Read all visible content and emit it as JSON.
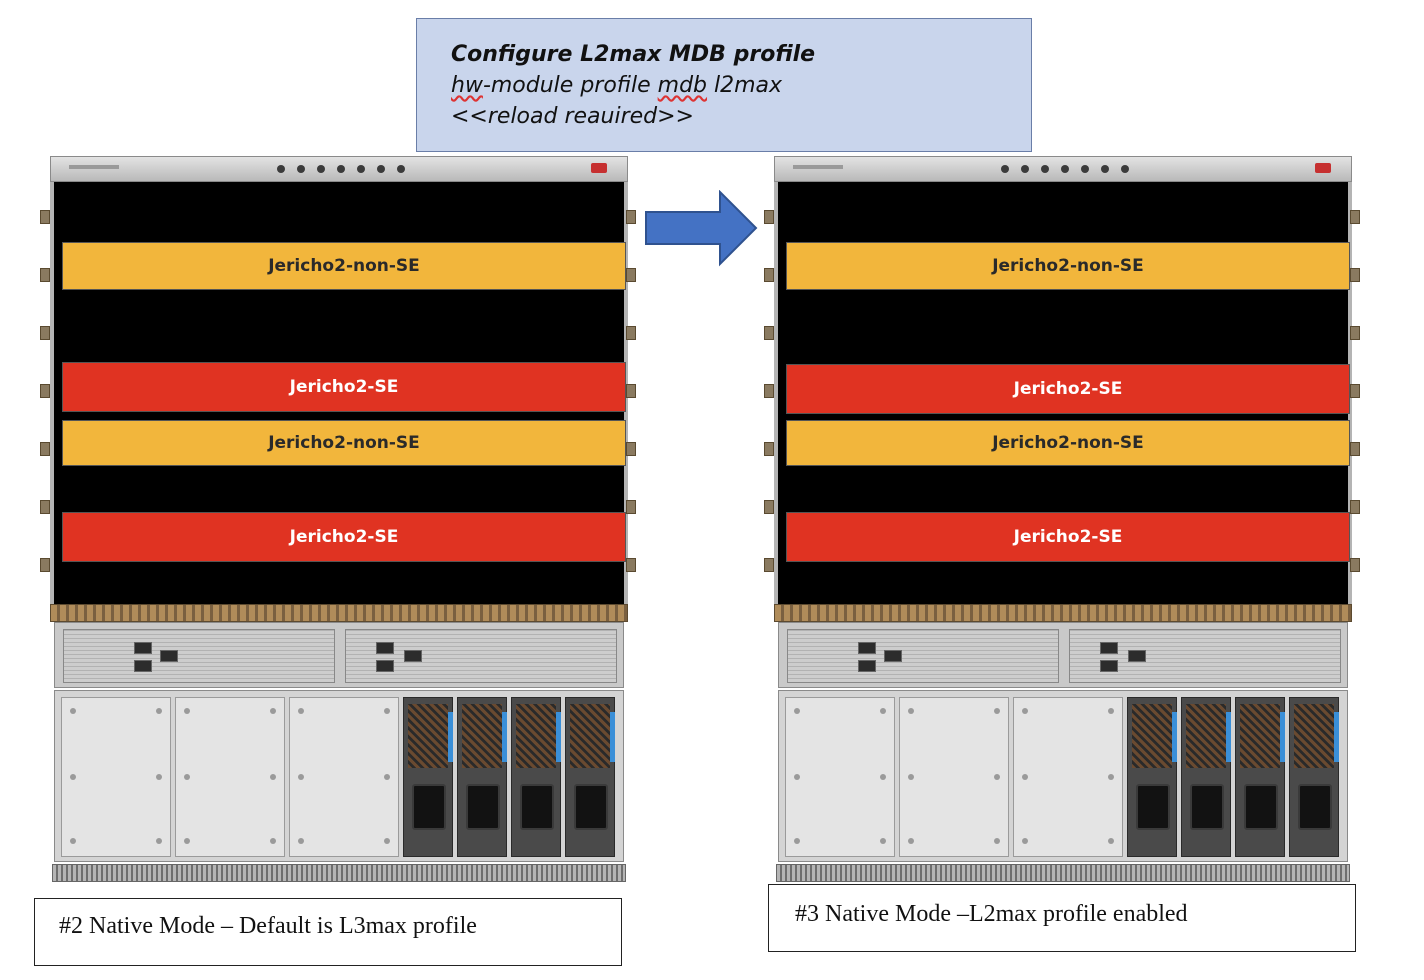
{
  "config_box": {
    "title": "Configure L2max MDB profile",
    "command_part1": "hw",
    "command_part2": "-module profile ",
    "command_part3": "mdb",
    "command_part4": " l2max",
    "note": "<<reload reauired>>"
  },
  "chassis_left": {
    "slot_2": "Jericho2-non-SE",
    "slot_4": "Jericho2-SE",
    "slot_5": "Jericho2-non-SE",
    "slot_7": "Jericho2-SE"
  },
  "chassis_right": {
    "slot_2": "Jericho2-non-SE",
    "slot_4": "Jericho2-SE",
    "slot_5": "Jericho2-non-SE",
    "slot_7": "Jericho2-SE"
  },
  "captions": {
    "left": "#2 Native Mode – Default is L3max profile",
    "right": "#3 Native Mode –L2max profile enabled"
  },
  "colors": {
    "non_se_card": "#f2b63c",
    "se_card": "#e03322",
    "arrow": "#4472c4",
    "config_box": "#c9d5ec"
  }
}
